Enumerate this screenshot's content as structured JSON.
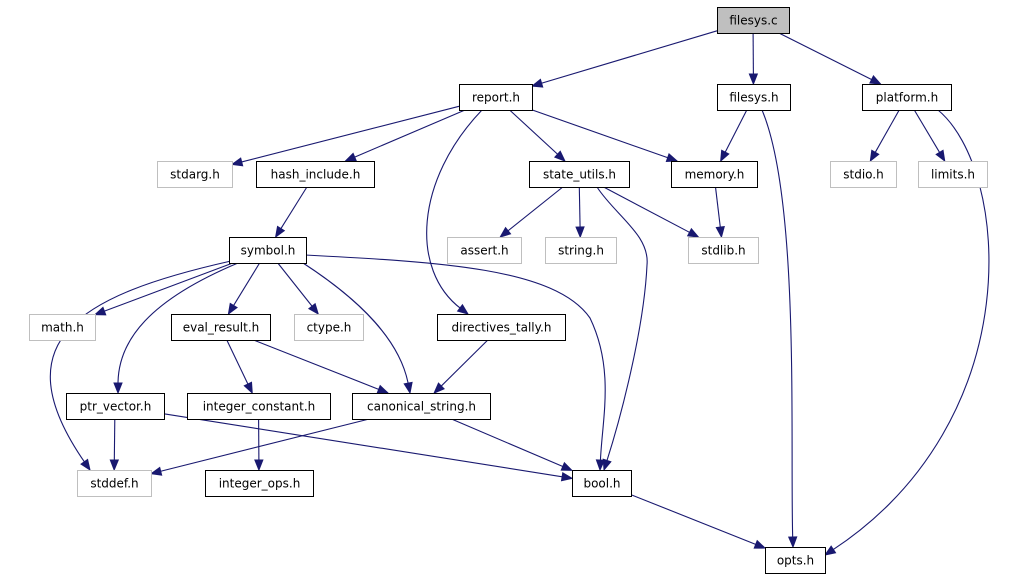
{
  "colors": {
    "edge": "#191970",
    "node_border": "#000000",
    "node_border_external": "#bfbfbf",
    "node_fill": "#ffffff",
    "node_fill_root": "#bfbfbf"
  },
  "nodes": [
    {
      "id": "filesys_c",
      "label": "filesys.c",
      "kind": "root"
    },
    {
      "id": "report_h",
      "label": "report.h",
      "kind": "project"
    },
    {
      "id": "filesys_h",
      "label": "filesys.h",
      "kind": "project"
    },
    {
      "id": "platform_h",
      "label": "platform.h",
      "kind": "project"
    },
    {
      "id": "stdarg_h",
      "label": "stdarg.h",
      "kind": "external"
    },
    {
      "id": "hash_include_h",
      "label": "hash_include.h",
      "kind": "project"
    },
    {
      "id": "state_utils_h",
      "label": "state_utils.h",
      "kind": "project"
    },
    {
      "id": "memory_h",
      "label": "memory.h",
      "kind": "project"
    },
    {
      "id": "stdio_h",
      "label": "stdio.h",
      "kind": "external"
    },
    {
      "id": "limits_h",
      "label": "limits.h",
      "kind": "external"
    },
    {
      "id": "symbol_h",
      "label": "symbol.h",
      "kind": "project"
    },
    {
      "id": "assert_h",
      "label": "assert.h",
      "kind": "external"
    },
    {
      "id": "string_h",
      "label": "string.h",
      "kind": "external"
    },
    {
      "id": "stdlib_h",
      "label": "stdlib.h",
      "kind": "external"
    },
    {
      "id": "math_h",
      "label": "math.h",
      "kind": "external"
    },
    {
      "id": "eval_result_h",
      "label": "eval_result.h",
      "kind": "project"
    },
    {
      "id": "ctype_h",
      "label": "ctype.h",
      "kind": "external"
    },
    {
      "id": "directives_tally_h",
      "label": "directives_tally.h",
      "kind": "project"
    },
    {
      "id": "ptr_vector_h",
      "label": "ptr_vector.h",
      "kind": "project"
    },
    {
      "id": "integer_constant_h",
      "label": "integer_constant.h",
      "kind": "project"
    },
    {
      "id": "canonical_string_h",
      "label": "canonical_string.h",
      "kind": "project"
    },
    {
      "id": "stddef_h",
      "label": "stddef.h",
      "kind": "external"
    },
    {
      "id": "integer_ops_h",
      "label": "integer_ops.h",
      "kind": "project"
    },
    {
      "id": "bool_h",
      "label": "bool.h",
      "kind": "project"
    },
    {
      "id": "opts_h",
      "label": "opts.h",
      "kind": "project"
    }
  ],
  "edges": [
    {
      "from": "filesys_c",
      "to": "report_h"
    },
    {
      "from": "filesys_c",
      "to": "filesys_h"
    },
    {
      "from": "filesys_c",
      "to": "platform_h"
    },
    {
      "from": "report_h",
      "to": "stdarg_h"
    },
    {
      "from": "report_h",
      "to": "hash_include_h"
    },
    {
      "from": "report_h",
      "to": "state_utils_h"
    },
    {
      "from": "report_h",
      "to": "memory_h"
    },
    {
      "from": "report_h",
      "to": "directives_tally_h"
    },
    {
      "from": "filesys_h",
      "to": "memory_h"
    },
    {
      "from": "filesys_h",
      "to": "opts_h"
    },
    {
      "from": "platform_h",
      "to": "stdio_h"
    },
    {
      "from": "platform_h",
      "to": "limits_h"
    },
    {
      "from": "platform_h",
      "to": "opts_h"
    },
    {
      "from": "hash_include_h",
      "to": "symbol_h"
    },
    {
      "from": "state_utils_h",
      "to": "assert_h"
    },
    {
      "from": "state_utils_h",
      "to": "string_h"
    },
    {
      "from": "state_utils_h",
      "to": "stdlib_h"
    },
    {
      "from": "state_utils_h",
      "to": "bool_h"
    },
    {
      "from": "memory_h",
      "to": "stdlib_h"
    },
    {
      "from": "symbol_h",
      "to": "math_h"
    },
    {
      "from": "symbol_h",
      "to": "eval_result_h"
    },
    {
      "from": "symbol_h",
      "to": "ctype_h"
    },
    {
      "from": "symbol_h",
      "to": "canonical_string_h"
    },
    {
      "from": "symbol_h",
      "to": "bool_h"
    },
    {
      "from": "symbol_h",
      "to": "ptr_vector_h"
    },
    {
      "from": "symbol_h",
      "to": "stddef_h"
    },
    {
      "from": "eval_result_h",
      "to": "integer_constant_h"
    },
    {
      "from": "eval_result_h",
      "to": "canonical_string_h"
    },
    {
      "from": "directives_tally_h",
      "to": "canonical_string_h"
    },
    {
      "from": "ptr_vector_h",
      "to": "stddef_h"
    },
    {
      "from": "ptr_vector_h",
      "to": "bool_h"
    },
    {
      "from": "integer_constant_h",
      "to": "integer_ops_h"
    },
    {
      "from": "canonical_string_h",
      "to": "stddef_h"
    },
    {
      "from": "canonical_string_h",
      "to": "bool_h"
    },
    {
      "from": "bool_h",
      "to": "opts_h"
    }
  ]
}
